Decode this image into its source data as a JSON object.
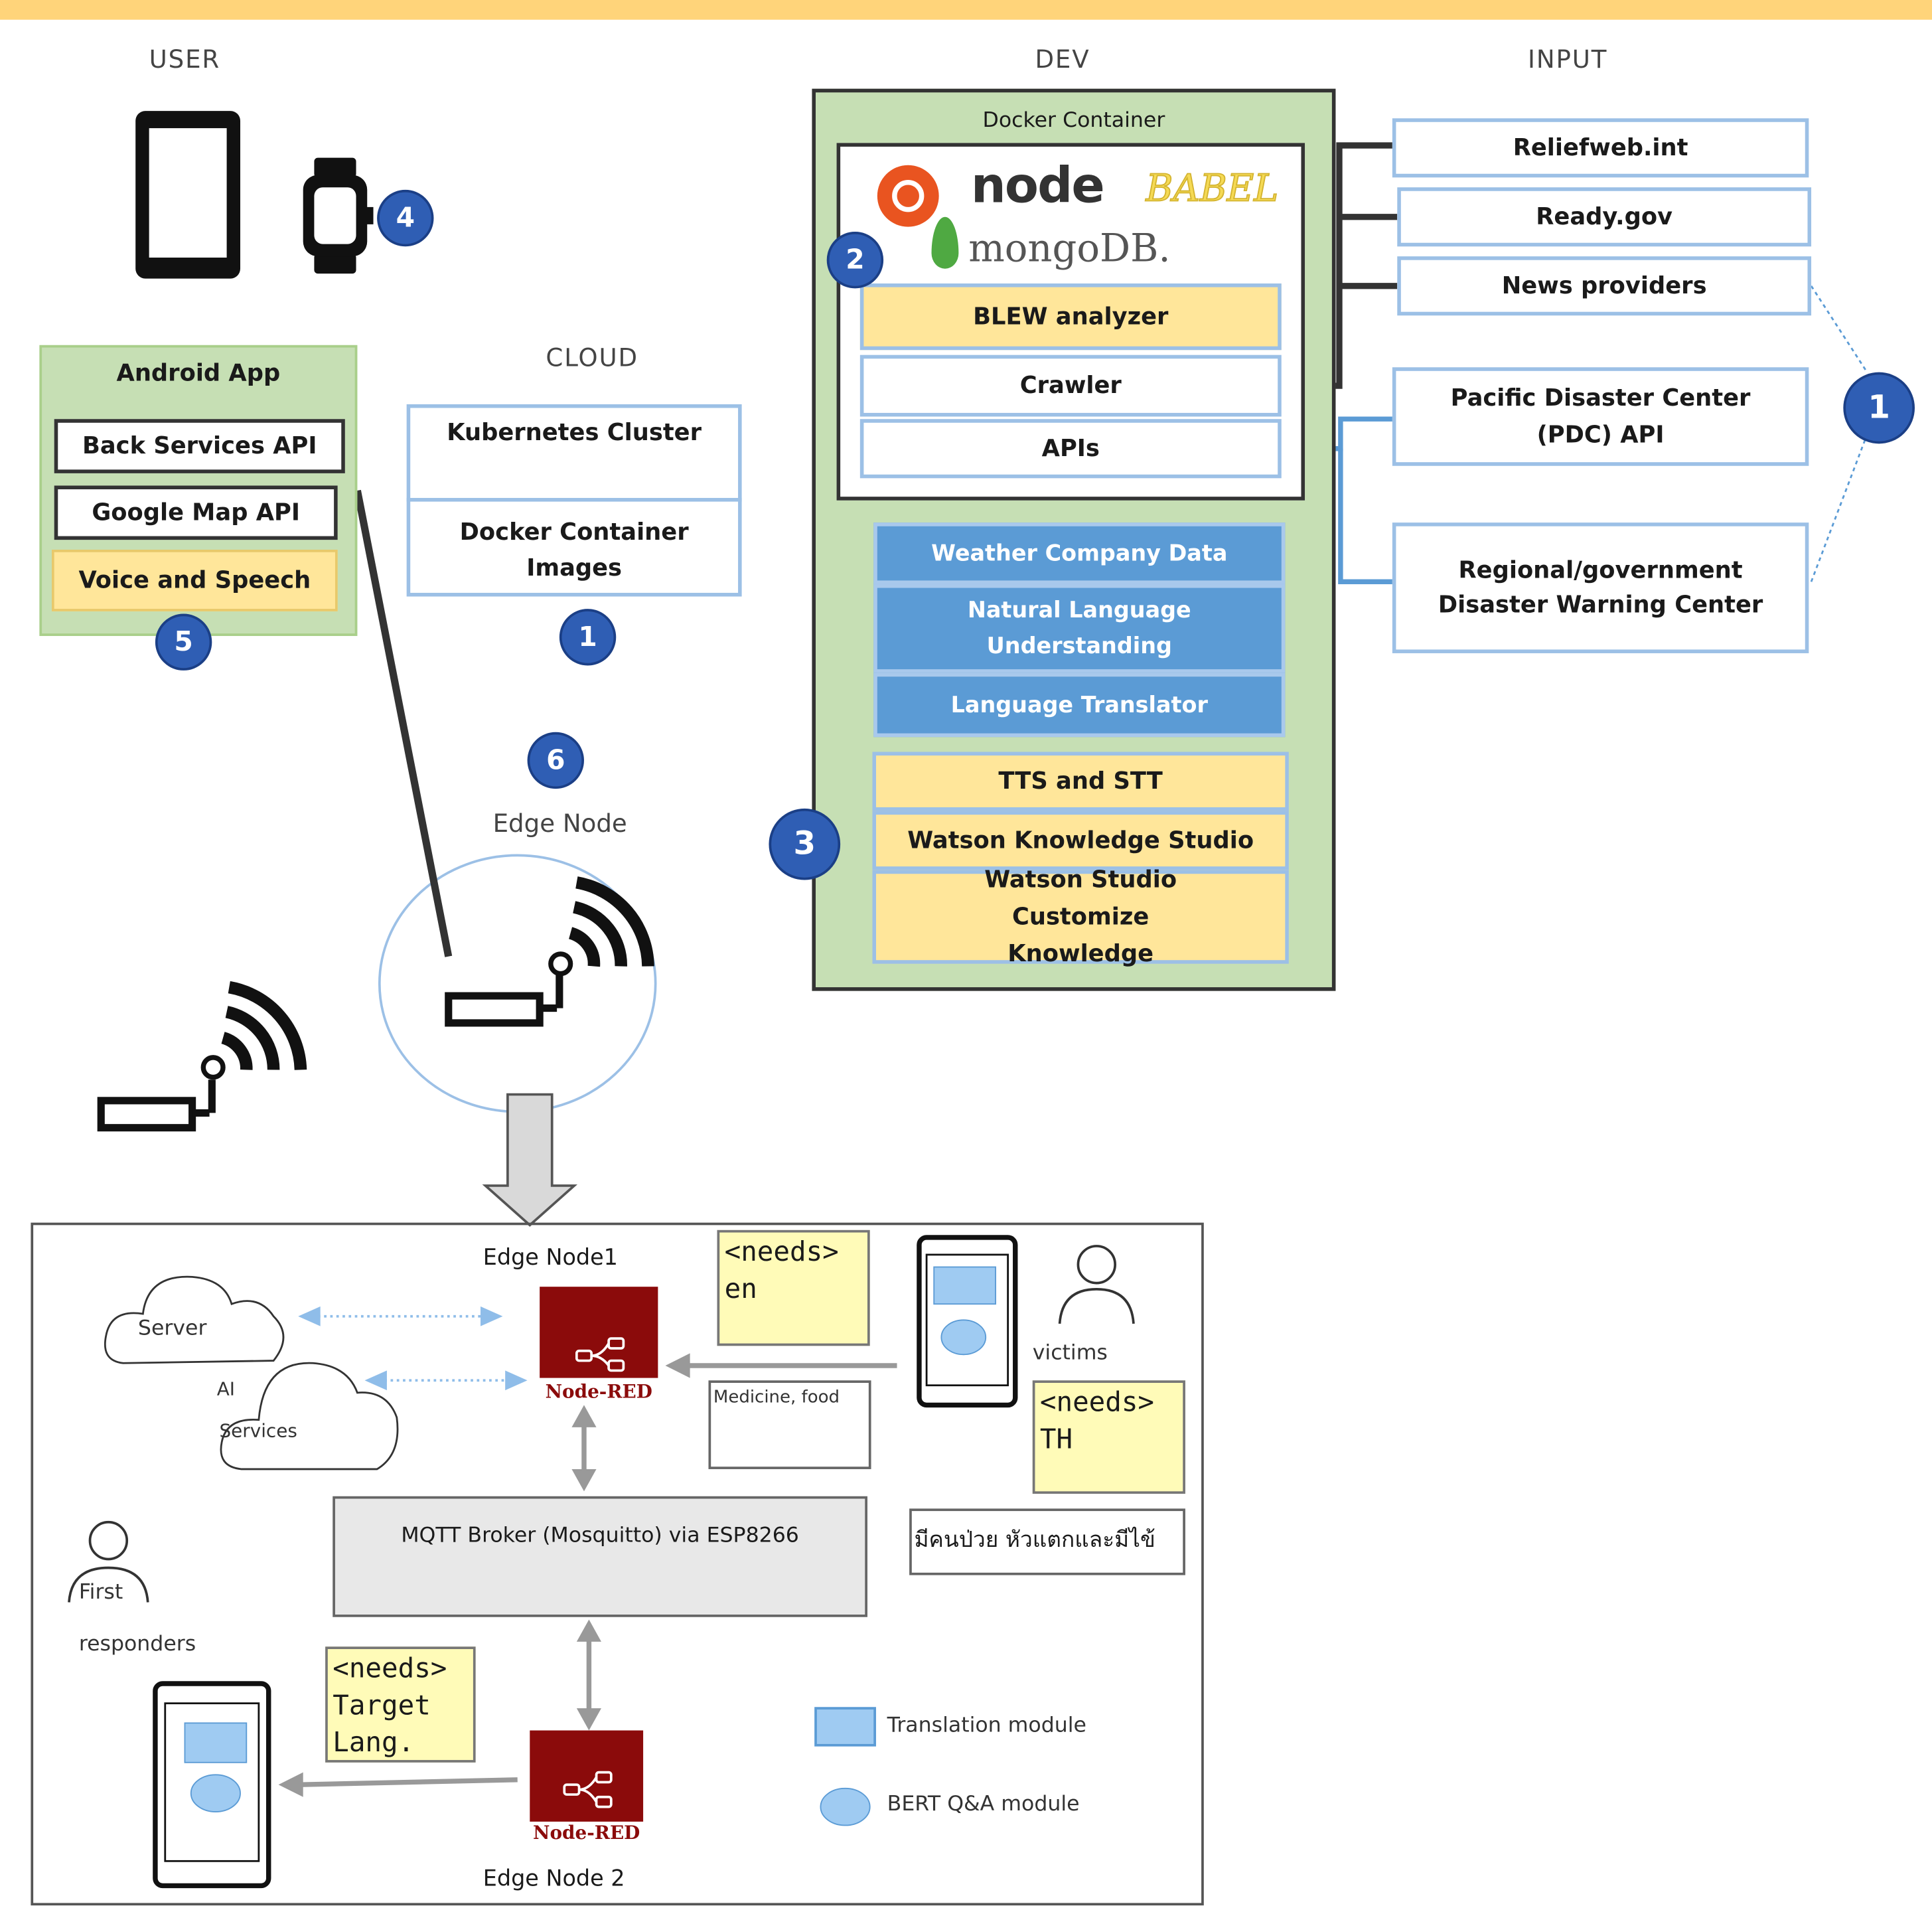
{
  "headers": {
    "user": "USER",
    "dev": "DEV",
    "input": "INPUT",
    "cloud": "CLOUD"
  },
  "android": {
    "title": "Android App",
    "items": [
      "Back Services API",
      "Google Map API",
      "Voice and Speech"
    ]
  },
  "cloud": {
    "cluster": "Kubernetes Cluster",
    "images": "Docker Container Images"
  },
  "edge": {
    "label": "Edge Node"
  },
  "dev": {
    "container_title": "Docker Container",
    "logos": {
      "node": "node",
      "babel": "BABEL",
      "mongo": "mongoDB."
    },
    "modules": [
      "BLEW analyzer",
      "Crawler",
      "APIs"
    ],
    "watson_blue": [
      "Weather Company Data",
      "Natural Language Understanding",
      "Language Translator"
    ],
    "watson_yellow": [
      "TTS and STT",
      "Watson Knowledge Studio",
      "Watson Studio Customize Knowledge"
    ]
  },
  "inputs": [
    "Reliefweb.int",
    "Ready.gov",
    "News providers",
    "Pacific Disaster Center (PDC) API",
    "Regional/government Disaster Warning Center"
  ],
  "badges": {
    "b1_input": "1",
    "b1_cloud": "1",
    "b2": "2",
    "b3": "3",
    "b4": "4",
    "b5": "5",
    "b6": "6"
  },
  "bottom": {
    "edge_node1": "Edge Node1",
    "edge_node2": "Edge Node 2",
    "nodered": "Node-RED",
    "server": "Server",
    "ai_1": "AI",
    "ai_2": "Services",
    "mqtt": "MQTT Broker (Mosquitto) via ESP8266",
    "victims": "victims",
    "first_1": "First",
    "first_2": "responders",
    "note_en": "<needs>\nen",
    "note_th": "<needs>\nTH",
    "note_target": "<needs>\nTarget\nLang.",
    "medicine": "Medicine, food",
    "thai_text": "มีคนป่วย หัวแตกและมีไข้",
    "legend_translation": "Translation module",
    "legend_bert": "BERT Q&A module"
  },
  "colors": {
    "top_band": "#ffd47a",
    "green_panel": "#c6dfb4",
    "yellow_box": "#ffe69a",
    "blue_box": "#5b9bd5",
    "badge": "#2f5eb4",
    "node_red": "#8b0b0b"
  }
}
